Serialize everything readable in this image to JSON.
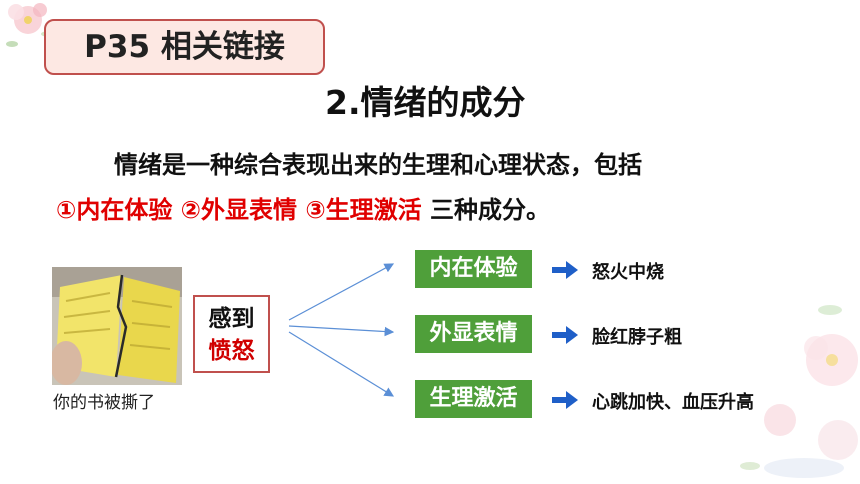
{
  "slide": {
    "tab_title": "P35 相关链接",
    "heading": "2.情绪的成分",
    "intro": "情绪是一种综合表现出来的生理和心理状态，包括",
    "components_red": "①内在体验 ②外显表情 ③生理激活",
    "components_tail": "三种成分。",
    "photo_caption": "你的书被撕了",
    "emotion_line1": "感到",
    "emotion_line2": "愤怒",
    "rows": [
      {
        "label": "内在体验",
        "result": "怒火中烧"
      },
      {
        "label": "外显表情",
        "result": "脸红脖子粗"
      },
      {
        "label": "生理激活",
        "result": "心跳加快、血压升高"
      }
    ]
  },
  "colors": {
    "label_green": "#4f9f3a",
    "arrow_blue": "#1f5fc8",
    "accent_red": "#e00000",
    "tab_border": "#c0504d",
    "tab_fill": "#fde8e3"
  }
}
